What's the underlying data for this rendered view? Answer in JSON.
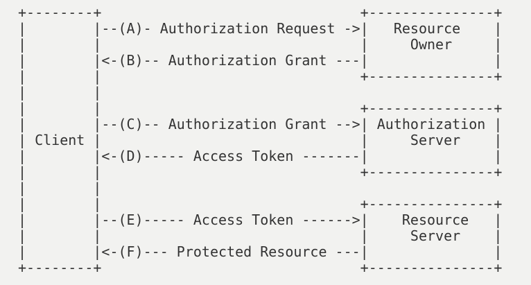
{
  "colors": {
    "background": "#f2f2f0",
    "text": "#333333"
  },
  "diagram": {
    "type": "ascii-flow",
    "lines": [
      "+--------+                               +---------------+",
      "|        |--(A)- Authorization Request ->|   Resource    |",
      "|        |                               |     Owner     |",
      "|        |<-(B)-- Authorization Grant ---|               |",
      "|        |                               +---------------+",
      "|        |",
      "|        |                               +---------------+",
      "|        |--(C)-- Authorization Grant -->| Authorization |",
      "| Client |                               |     Server    |",
      "|        |<-(D)----- Access Token -------|               |",
      "|        |                               +---------------+",
      "|        |",
      "|        |                               +---------------+",
      "|        |--(E)----- Access Token ------>|    Resource   |",
      "|        |                               |     Server    |",
      "|        |<-(F)--- Protected Resource ---|               |",
      "+--------+                               +---------------+"
    ],
    "entities": [
      "Client",
      "Resource Owner",
      "Authorization Server",
      "Resource Server"
    ],
    "steps": [
      {
        "id": "A",
        "label": "Authorization Request",
        "arrow": "->",
        "from": "Client",
        "to": "Resource Owner"
      },
      {
        "id": "B",
        "label": "Authorization Grant",
        "arrow": "<-",
        "from": "Resource Owner",
        "to": "Client"
      },
      {
        "id": "C",
        "label": "Authorization Grant",
        "arrow": "->",
        "from": "Client",
        "to": "Authorization Server"
      },
      {
        "id": "D",
        "label": "Access Token",
        "arrow": "<-",
        "from": "Authorization Server",
        "to": "Client"
      },
      {
        "id": "E",
        "label": "Access Token",
        "arrow": "->",
        "from": "Client",
        "to": "Resource Server"
      },
      {
        "id": "F",
        "label": "Protected Resource",
        "arrow": "<-",
        "from": "Resource Server",
        "to": "Client"
      }
    ]
  }
}
